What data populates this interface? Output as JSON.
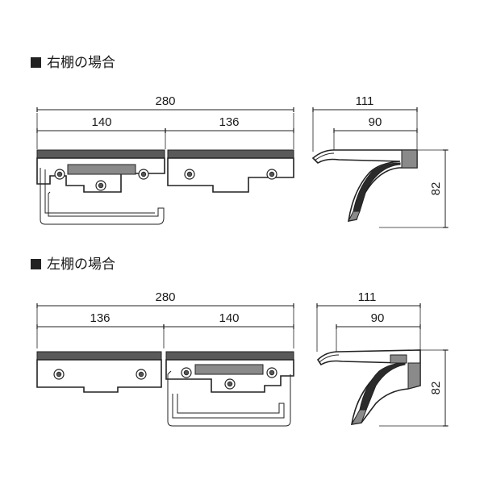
{
  "sections": [
    {
      "title": "右棚の場合",
      "front": {
        "total": "280",
        "left": "140",
        "right": "136"
      },
      "side": {
        "depth": "111",
        "inner": "90",
        "height": "82"
      }
    },
    {
      "title": "左棚の場合",
      "front": {
        "total": "280",
        "left": "136",
        "right": "140"
      },
      "side": {
        "depth": "111",
        "inner": "90",
        "height": "82"
      }
    }
  ],
  "colors": {
    "line": "#222222",
    "fill_dark": "#2b2b2b",
    "fill_mid": "#8a8a8a"
  }
}
